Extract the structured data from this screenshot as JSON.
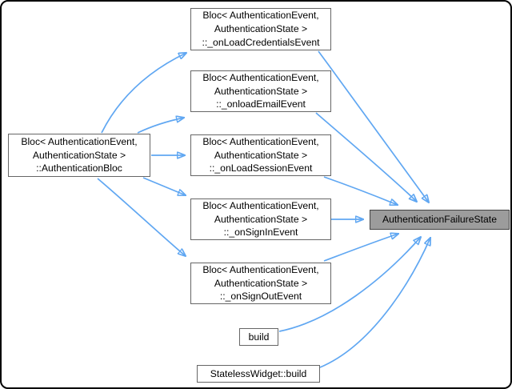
{
  "diagram": {
    "kind": "caller-graph",
    "highlighted_node": "AuthenticationFailureState",
    "colors": {
      "arrow": "#60a7f2",
      "node_fill": "#ffffff",
      "node_border": "#666666",
      "highlight_fill": "#9c9c9c",
      "highlight_border": "#444444",
      "frame_border": "#000000",
      "background": "#ffffff",
      "text": "#000000"
    },
    "nodes": {
      "authentication_bloc": {
        "label": "Bloc< AuthenticationEvent,\n AuthenticationState >\n ::AuthenticationBloc"
      },
      "on_load_credentials": {
        "label": "Bloc< AuthenticationEvent,\n AuthenticationState >\n ::_onLoadCredentialsEvent"
      },
      "on_load_email": {
        "label": "Bloc< AuthenticationEvent,\n AuthenticationState >\n ::_onloadEmailEvent"
      },
      "on_load_session": {
        "label": "Bloc< AuthenticationEvent,\n AuthenticationState >\n ::_onLoadSessionEvent"
      },
      "on_sign_in": {
        "label": "Bloc< AuthenticationEvent,\n AuthenticationState >\n ::_onSignInEvent"
      },
      "on_sign_out": {
        "label": "Bloc< AuthenticationEvent,\n AuthenticationState >\n ::_onSignOutEvent"
      },
      "build": {
        "label": "build"
      },
      "stateless_build": {
        "label": "StatelessWidget::build"
      },
      "failure_state": {
        "label": "AuthenticationFailureState"
      }
    },
    "edges": [
      {
        "from": "authentication_bloc",
        "to": "on_load_credentials"
      },
      {
        "from": "authentication_bloc",
        "to": "on_load_email"
      },
      {
        "from": "authentication_bloc",
        "to": "on_load_session"
      },
      {
        "from": "authentication_bloc",
        "to": "on_sign_in"
      },
      {
        "from": "authentication_bloc",
        "to": "on_sign_out"
      },
      {
        "from": "on_load_credentials",
        "to": "failure_state"
      },
      {
        "from": "on_load_email",
        "to": "failure_state"
      },
      {
        "from": "on_load_session",
        "to": "failure_state"
      },
      {
        "from": "on_sign_in",
        "to": "failure_state"
      },
      {
        "from": "on_sign_out",
        "to": "failure_state"
      },
      {
        "from": "build",
        "to": "failure_state"
      },
      {
        "from": "stateless_build",
        "to": "failure_state"
      }
    ]
  }
}
